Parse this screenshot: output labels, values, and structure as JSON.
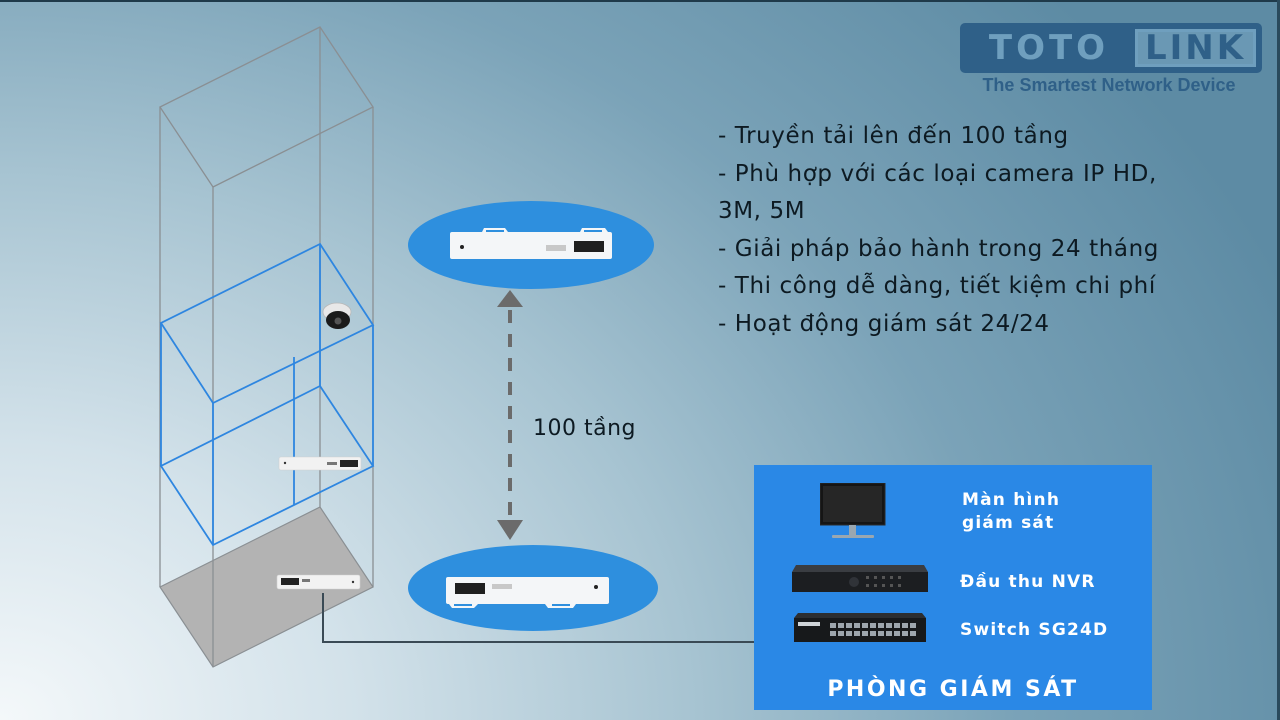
{
  "logo": {
    "brand_left": "TOTO",
    "brand_right": "LINK",
    "tagline": "The Smartest Network Device",
    "color": "#2f6088"
  },
  "features": [
    "- Truyền tải lên đến 100 tầng",
    "- Phù hợp với các loại camera IP HD,",
    "3M, 5M",
    "- Giải pháp bảo hành trong 24 tháng",
    "- Thi công dễ dàng, tiết kiệm chi phí",
    "- Hoạt động giám sát 24/24"
  ],
  "diagram": {
    "distance_label": "100 tầng",
    "building": {
      "outline_color": "#8a8f93",
      "floor_highlight_color": "#2e86e0",
      "ground_floor_color": "#b3b3b3"
    },
    "top_device": "extender-unit-top",
    "bottom_device": "extender-unit-bottom",
    "camera": "dome-camera",
    "ellipse_color": "#2e8fde",
    "arrow_color": "#6b6b6b"
  },
  "control_room": {
    "title": "PHÒNG GIÁM SÁT",
    "background": "#2a88e6",
    "items": [
      {
        "label_line1": "Màn hình",
        "label_line2": "giám sát",
        "icon": "monitor-icon"
      },
      {
        "label_line1": "Đầu thu NVR",
        "label_line2": "",
        "icon": "nvr-icon"
      },
      {
        "label_line1": "Switch SG24D",
        "label_line2": "",
        "icon": "switch-icon"
      }
    ]
  }
}
